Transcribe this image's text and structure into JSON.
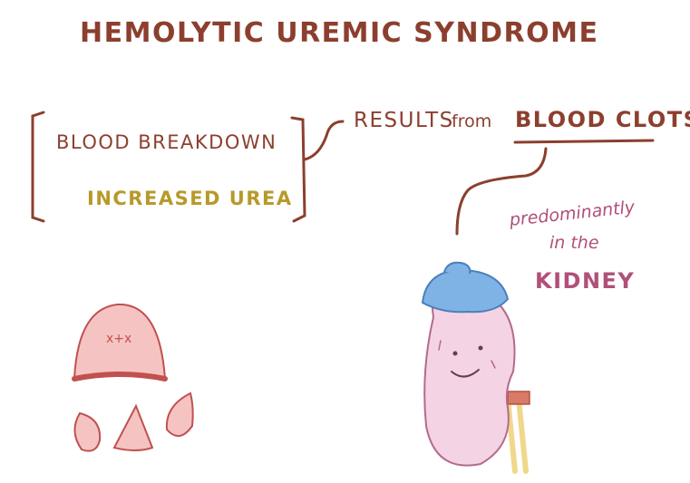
{
  "title": "Hemolytic Uremic Syndrome",
  "bracket_items": {
    "blood_breakdown": "Blood Breakdown",
    "increased_urea": "Increased Urea"
  },
  "results": {
    "prefix": "Results",
    "from": "from",
    "emphasis": "Blood Clots"
  },
  "note": {
    "line1": "predominantly",
    "line2": "in the",
    "organ": "Kidney"
  },
  "rbc_face": "x+x",
  "colors": {
    "ink": "#8c3f2e",
    "mustard": "#b8992a",
    "magenta": "#b0507a",
    "rbc_fill": "#f5c4c2",
    "rbc_stroke": "#c0514f",
    "kidney_fill": "#f4d4e4",
    "ice_pack": "#7fb3e6",
    "ureter": "#f0d78a"
  }
}
